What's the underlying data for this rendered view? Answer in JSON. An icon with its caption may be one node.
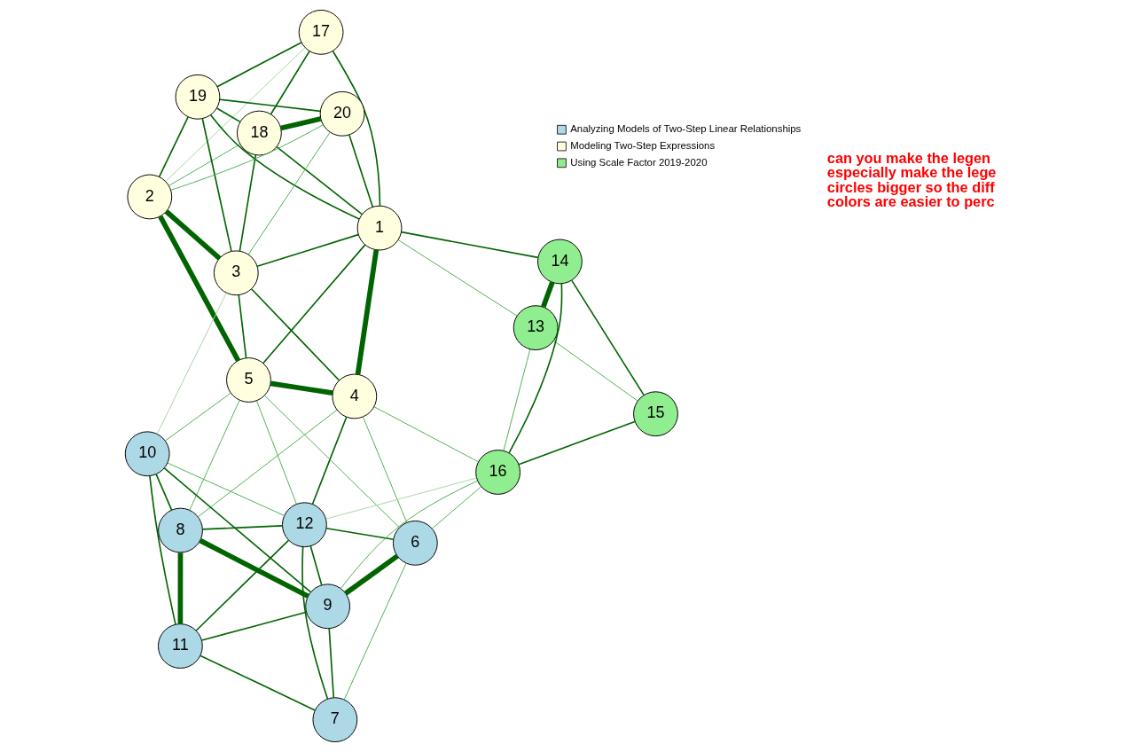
{
  "diagram": {
    "nodes": [
      {
        "text": [
          "1"
        ]
      },
      {
        "text": [
          "2"
        ]
      },
      {
        "text": [
          "3"
        ]
      },
      {
        "text": [
          "4"
        ]
      },
      {
        "text": [
          "5"
        ]
      },
      {
        "text": [
          "6"
        ]
      },
      {
        "text": [
          "7"
        ]
      },
      {
        "text": [
          "8"
        ]
      },
      {
        "text": [
          "9"
        ]
      },
      {
        "text": [
          "10"
        ]
      },
      {
        "text": [
          "11"
        ]
      },
      {
        "text": [
          "12"
        ]
      },
      {
        "text": [
          "13"
        ]
      },
      {
        "text": [
          "14"
        ]
      },
      {
        "text": [
          "15"
        ]
      },
      {
        "text": [
          "16"
        ]
      },
      {
        "text": [
          "17"
        ]
      },
      {
        "text": [
          "18"
        ]
      },
      {
        "text": [
          "19"
        ]
      },
      {
        "text": [
          "20"
        ]
      }
    ],
    "edges": [
      {
        "from": 17,
        "to": 19,
        "arrow": "none",
        "style": "thick"
      },
      {
        "from": 17,
        "to": 16,
        "arrow": "none"
      },
      {
        "from": 17,
        "to": 18,
        "arrow": "none"
      },
      {
        "from": 17,
        "to": 2,
        "arrow": "none"
      },
      {
        "from": 17,
        "to": 1,
        "arrow": "none",
        "color": "#4caf50"
      },
      {
        "from": 16,
        "to": 18,
        "arrow": "none"
      },
      {
        "from": 16,
        "to": 0,
        "arrow": "none"
      },
      {
        "from": 16,
        "to": 1,
        "arrow": "none",
        "color": "#a5d6a7"
      },
      {
        "from": 18,
        "to": 0,
        "arrow": "none"
      },
      {
        "from": 17,
        "to": 0,
        "arrow": "none"
      },
      {
        "from": 19,
        "to": 0,
        "arrow": "none"
      },
      {
        "from": 19,
        "to": 18,
        "arrow": "none"
      },
      {
        "from": 19,
        "to": 2,
        "arrow": "none",
        "color": "#4caf50"
      },
      {
        "from": 19,
        "to": 1,
        "arrow": "none",
        "color": "#4caf50"
      },
      {
        "from": 18,
        "to": 1,
        "arrow": "none"
      },
      {
        "from": 18,
        "to": 2,
        "arrow": "none"
      },
      {
        "from": 1,
        "to": 2,
        "arrow": "none",
        "style": "thick"
      },
      {
        "from": 1,
        "to": 4,
        "arrow": "none",
        "style": "thick"
      },
      {
        "from": 2,
        "to": 0,
        "arrow": "none"
      },
      {
        "from": 2,
        "to": 4,
        "arrow": "none"
      },
      {
        "from": 2,
        "to": 3,
        "arrow": "none"
      },
      {
        "from": 2,
        "to": 9,
        "arrow": "none",
        "color": "#a5d6a7"
      },
      {
        "from": 0,
        "to": 4,
        "arrow": "none"
      },
      {
        "from": 0,
        "to": 3,
        "arrow": "none",
        "style": "thick"
      },
      {
        "from": 0,
        "to": 13,
        "arrow": "none"
      },
      {
        "from": 0,
        "to": 12,
        "arrow": "none",
        "color": "#4caf50"
      },
      {
        "from": 4,
        "to": 3,
        "arrow": "none",
        "style": "thick"
      },
      {
        "from": 4,
        "to": 9,
        "arrow": "none",
        "color": "#4caf50"
      },
      {
        "from": 4,
        "to": 7,
        "arrow": "none",
        "color": "#4caf50"
      },
      {
        "from": 4,
        "to": 11,
        "arrow": "none",
        "color": "#4caf50"
      },
      {
        "from": 4,
        "to": 5,
        "arrow": "none",
        "color": "#4caf50"
      },
      {
        "from": 3,
        "to": 11,
        "arrow": "none"
      },
      {
        "from": 3,
        "to": 7,
        "arrow": "none",
        "color": "#4caf50"
      },
      {
        "from": 3,
        "to": 5,
        "arrow": "none",
        "color": "#4caf50"
      },
      {
        "from": 3,
        "to": 15,
        "arrow": "none",
        "color": "#4caf50"
      },
      {
        "from": 9,
        "to": 7,
        "arrow": "none"
      },
      {
        "from": 9,
        "to": 8,
        "arrow": "none"
      },
      {
        "from": 9,
        "to": 10,
        "arrow": "none"
      },
      {
        "from": 9,
        "to": 11,
        "arrow": "none",
        "color": "#4caf50"
      },
      {
        "from": 7,
        "to": 11,
        "arrow": "none"
      },
      {
        "from": 7,
        "to": 8,
        "arrow": "none",
        "style": "thick"
      },
      {
        "from": 7,
        "to": 10,
        "arrow": "none",
        "style": "thick"
      },
      {
        "from": 11,
        "to": 8,
        "arrow": "none"
      },
      {
        "from": 11,
        "to": 10,
        "arrow": "none"
      },
      {
        "from": 11,
        "to": 5,
        "arrow": "none"
      },
      {
        "from": 11,
        "to": 6,
        "arrow": "none"
      },
      {
        "from": 8,
        "to": 10,
        "arrow": "none"
      },
      {
        "from": 8,
        "to": 5,
        "arrow": "none",
        "style": "thick"
      },
      {
        "from": 8,
        "to": 6,
        "arrow": "none"
      },
      {
        "from": 10,
        "to": 6,
        "arrow": "none"
      },
      {
        "from": 5,
        "to": 6,
        "arrow": "none",
        "color": "#4caf50"
      },
      {
        "from": 12,
        "to": 13,
        "arrow": "none",
        "style": "thick"
      },
      {
        "from": 12,
        "to": 15,
        "arrow": "none",
        "color": "#4caf50"
      },
      {
        "from": 12,
        "to": 14,
        "arrow": "none",
        "color": "#4caf50"
      },
      {
        "from": 13,
        "to": 15,
        "arrow": "none"
      },
      {
        "from": 13,
        "to": 14,
        "arrow": "none"
      },
      {
        "from": 14,
        "to": 15,
        "arrow": "none"
      },
      {
        "from": 15,
        "to": 5,
        "arrow": "none",
        "color": "#4caf50"
      },
      {
        "from": 15,
        "to": 8,
        "arrow": "none",
        "color": "#4caf50"
      },
      {
        "from": 15,
        "to": 11,
        "arrow": "none",
        "color": "#a5d6a7"
      }
    ],
    "labels": [
      "can you make the legen especially make the lege circles bigger so the diff colors are easier to perc"
    ],
    "legend": [
      {
        "text": "Analyzing Models of Two-Step Linear Relationships",
        "color": "#add8e6"
      },
      {
        "text": "Modeling Two-Step Expressions",
        "color": "#ffffe0"
      },
      {
        "text": "Using Scale Factor 2019-2020",
        "color": "#90ee90"
      }
    ]
  }
}
